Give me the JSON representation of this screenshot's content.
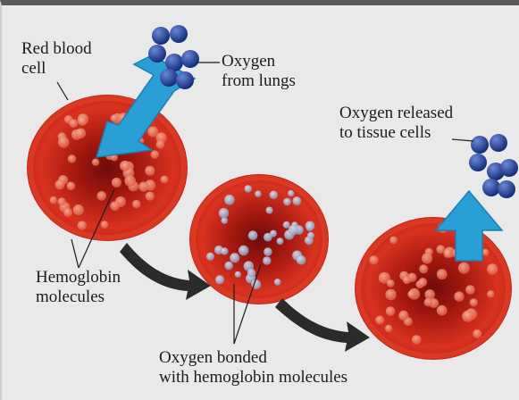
{
  "labels": {
    "red_blood_cell": "Red blood\ncell",
    "oxygen_from_lungs": "Oxygen\nfrom lungs",
    "oxygen_released": "Oxygen released\nto tissue cells",
    "hemoglobin": "Hemoglobin\nmolecules",
    "oxygen_bonded": "Oxygen bonded\nwith hemoglobin molecules"
  },
  "colors": {
    "cell_red": "#c8261b",
    "cell_dark": "#7a0f0c",
    "arrow_blue": "#2a9fd6",
    "oxygen_blue": "#1e3c8c",
    "background": "#e9e9e9"
  }
}
